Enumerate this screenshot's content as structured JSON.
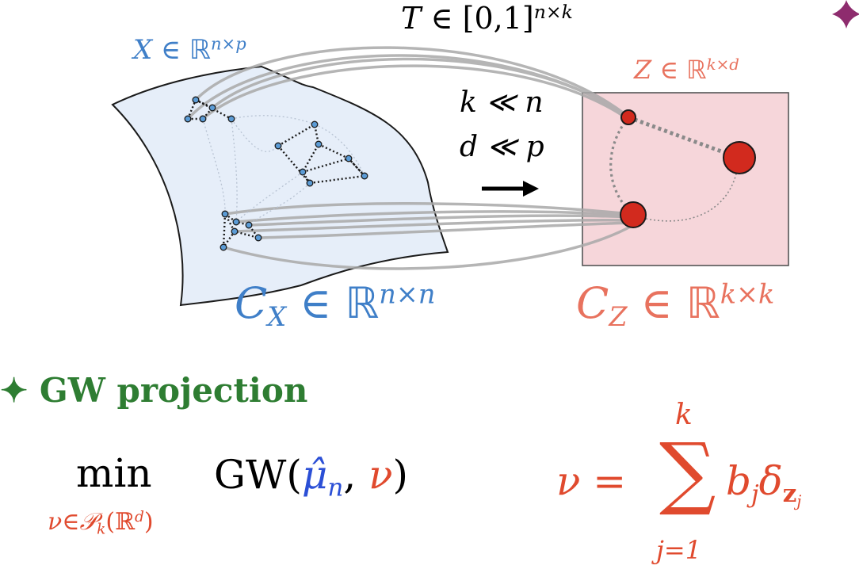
{
  "top_label": {
    "T": "T",
    "in": " ∈ ",
    "set": "[0,1]",
    "exp": "n×k"
  },
  "x_label": {
    "var": "X",
    "in": " ∈ ",
    "bb": "ℝ",
    "exp": "n×p"
  },
  "z_label": {
    "var": "Z",
    "in": " ∈ ",
    "bb": "ℝ",
    "exp": "k×d"
  },
  "cx_label": {
    "var": "C",
    "sub": "X",
    "in": " ∈ ",
    "bb": "ℝ",
    "exp": "n×n"
  },
  "cz_label": {
    "var": "C",
    "sub": "Z",
    "in": " ∈ ",
    "bb": "ℝ",
    "exp": "k×k"
  },
  "conditions": {
    "line1": "k ≪ n",
    "line2": "d ≪ p"
  },
  "section": {
    "star": "✦",
    "title": "GW projection"
  },
  "objective": {
    "min": "min",
    "constraint": "ν∈𝒫",
    "constraint_sub": "k",
    "constraint_open": "(ℝ",
    "constraint_exp": "d",
    "constraint_close": ")",
    "gw": "GW(",
    "mu": "μ̂",
    "mu_sub": "n",
    "comma": ", ",
    "nu": "ν",
    "close": ")"
  },
  "sum_formula": {
    "lhs": "ν = ",
    "sigma": "∑",
    "upper": "k",
    "lower": "j=1",
    "term_b": "b",
    "term_b_sub": "j",
    "term_delta": "δ",
    "term_z": "z",
    "term_z_sub": "j"
  },
  "colors": {
    "blue": "#3f7fc8",
    "red": "#e8725e",
    "dark_red": "#e04a2e",
    "green": "#2e7d32",
    "purple_star": "#8e2c6e",
    "manifold_fill": "#e6eef9",
    "box_fill": "#f6d6da"
  },
  "icons": {
    "corner_star": "four-point-star-icon",
    "arrow": "right-arrow-icon"
  }
}
